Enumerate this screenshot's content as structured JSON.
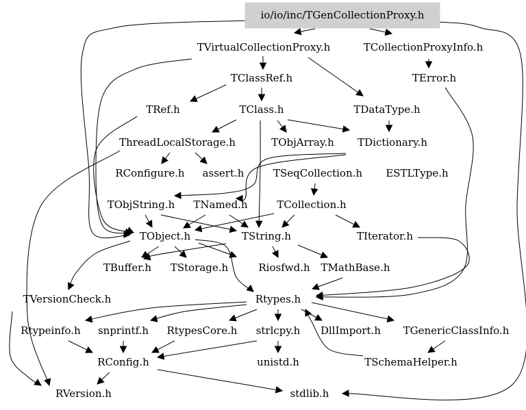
{
  "diagram": {
    "root": "io/io/inc/TGenCollectionProxy.h",
    "nodes": [
      {
        "id": "root",
        "label": "io/io/inc/TGenCollectionProxy.h",
        "highlighted": true
      },
      {
        "id": "tvirtualcollectionproxy",
        "label": "TVirtualCollectionProxy.h"
      },
      {
        "id": "tcollectionproxyinfo",
        "label": "TCollectionProxyInfo.h"
      },
      {
        "id": "tclassref",
        "label": "TClassRef.h"
      },
      {
        "id": "terror",
        "label": "TError.h"
      },
      {
        "id": "tref",
        "label": "TRef.h"
      },
      {
        "id": "tclass",
        "label": "TClass.h"
      },
      {
        "id": "tdatatype",
        "label": "TDataType.h"
      },
      {
        "id": "threadlocalstorage",
        "label": "ThreadLocalStorage.h"
      },
      {
        "id": "tobjarray",
        "label": "TObjArray.h"
      },
      {
        "id": "tdictionary",
        "label": "TDictionary.h"
      },
      {
        "id": "rconfigure",
        "label": "RConfigure.h"
      },
      {
        "id": "assert",
        "label": "assert.h"
      },
      {
        "id": "tseqcollection",
        "label": "TSeqCollection.h"
      },
      {
        "id": "estltype",
        "label": "ESTLType.h"
      },
      {
        "id": "tobjstring",
        "label": "TObjString.h"
      },
      {
        "id": "tnamed",
        "label": "TNamed.h"
      },
      {
        "id": "tcollection",
        "label": "TCollection.h"
      },
      {
        "id": "tobject",
        "label": "TObject.h"
      },
      {
        "id": "tstring",
        "label": "TString.h"
      },
      {
        "id": "titerator",
        "label": "TIterator.h"
      },
      {
        "id": "tbuffer",
        "label": "TBuffer.h"
      },
      {
        "id": "tstorage",
        "label": "TStorage.h"
      },
      {
        "id": "riosfwd",
        "label": "Riosfwd.h"
      },
      {
        "id": "tmathbase",
        "label": "TMathBase.h"
      },
      {
        "id": "tversioncheck",
        "label": "TVersionCheck.h"
      },
      {
        "id": "rtypes",
        "label": "Rtypes.h"
      },
      {
        "id": "rtypeinfo",
        "label": "Rtypeinfo.h"
      },
      {
        "id": "snprintf",
        "label": "snprintf.h"
      },
      {
        "id": "rtypescore",
        "label": "RtypesCore.h"
      },
      {
        "id": "strlcpy",
        "label": "strlcpy.h"
      },
      {
        "id": "dllimport",
        "label": "DllImport.h"
      },
      {
        "id": "tgenericclassinfo",
        "label": "TGenericClassInfo.h"
      },
      {
        "id": "rconfig",
        "label": "RConfig.h"
      },
      {
        "id": "unistd",
        "label": "unistd.h"
      },
      {
        "id": "tschemahelper",
        "label": "TSchemaHelper.h"
      },
      {
        "id": "rversion",
        "label": "RVersion.h"
      },
      {
        "id": "stdlib",
        "label": "stdlib.h"
      }
    ],
    "edges": [
      {
        "from": "root",
        "to": "tvirtualcollectionproxy"
      },
      {
        "from": "root",
        "to": "tcollectionproxyinfo"
      },
      {
        "from": "root",
        "to": "tobject"
      },
      {
        "from": "root",
        "to": "stdlib"
      },
      {
        "from": "tvirtualcollectionproxy",
        "to": "tclassref"
      },
      {
        "from": "tvirtualcollectionproxy",
        "to": "tobject"
      },
      {
        "from": "tvirtualcollectionproxy",
        "to": "tdatatype"
      },
      {
        "from": "tcollectionproxyinfo",
        "to": "terror"
      },
      {
        "from": "tclassref",
        "to": "tref"
      },
      {
        "from": "tclassref",
        "to": "tclass"
      },
      {
        "from": "tref",
        "to": "tobject"
      },
      {
        "from": "tclass",
        "to": "threadlocalstorage"
      },
      {
        "from": "tclass",
        "to": "tobjarray"
      },
      {
        "from": "tclass",
        "to": "tdictionary"
      },
      {
        "from": "tclass",
        "to": "tstring"
      },
      {
        "from": "tdatatype",
        "to": "tdictionary"
      },
      {
        "from": "threadlocalstorage",
        "to": "rconfigure"
      },
      {
        "from": "threadlocalstorage",
        "to": "assert"
      },
      {
        "from": "threadlocalstorage",
        "to": "rversion"
      },
      {
        "from": "tdictionary",
        "to": "tobjstring"
      },
      {
        "from": "tdictionary",
        "to": "tnamed"
      },
      {
        "from": "tseqcollection",
        "to": "tcollection"
      },
      {
        "from": "tobjstring",
        "to": "tobject"
      },
      {
        "from": "tobjstring",
        "to": "tstring"
      },
      {
        "from": "tnamed",
        "to": "tobject"
      },
      {
        "from": "tnamed",
        "to": "tstring"
      },
      {
        "from": "tcollection",
        "to": "tobject"
      },
      {
        "from": "tcollection",
        "to": "tstring"
      },
      {
        "from": "tcollection",
        "to": "titerator"
      },
      {
        "from": "tobject",
        "to": "tbuffer"
      },
      {
        "from": "tobject",
        "to": "tstorage"
      },
      {
        "from": "tobject",
        "to": "riosfwd"
      },
      {
        "from": "tobject",
        "to": "rtypes"
      },
      {
        "from": "tobject",
        "to": "tversioncheck"
      },
      {
        "from": "tstring",
        "to": "riosfwd"
      },
      {
        "from": "tstring",
        "to": "tmathbase"
      },
      {
        "from": "tstring",
        "to": "tbuffer"
      },
      {
        "from": "titerator",
        "to": "rtypes"
      },
      {
        "from": "terror",
        "to": "rtypes"
      },
      {
        "from": "tmathbase",
        "to": "rtypes"
      },
      {
        "from": "tversioncheck",
        "to": "rversion"
      },
      {
        "from": "rtypes",
        "to": "rtypeinfo"
      },
      {
        "from": "rtypes",
        "to": "snprintf"
      },
      {
        "from": "rtypes",
        "to": "rtypescore"
      },
      {
        "from": "rtypes",
        "to": "strlcpy"
      },
      {
        "from": "rtypes",
        "to": "dllimport"
      },
      {
        "from": "rtypes",
        "to": "tgenericclassinfo"
      },
      {
        "from": "rtypeinfo",
        "to": "rconfig"
      },
      {
        "from": "snprintf",
        "to": "rconfig"
      },
      {
        "from": "rtypescore",
        "to": "rconfig"
      },
      {
        "from": "strlcpy",
        "to": "rconfig"
      },
      {
        "from": "strlcpy",
        "to": "unistd"
      },
      {
        "from": "tgenericclassinfo",
        "to": "tschemahelper"
      },
      {
        "from": "tschemahelper",
        "to": "rtypes"
      },
      {
        "from": "rconfig",
        "to": "rversion"
      },
      {
        "from": "rconfig",
        "to": "stdlib"
      }
    ]
  }
}
